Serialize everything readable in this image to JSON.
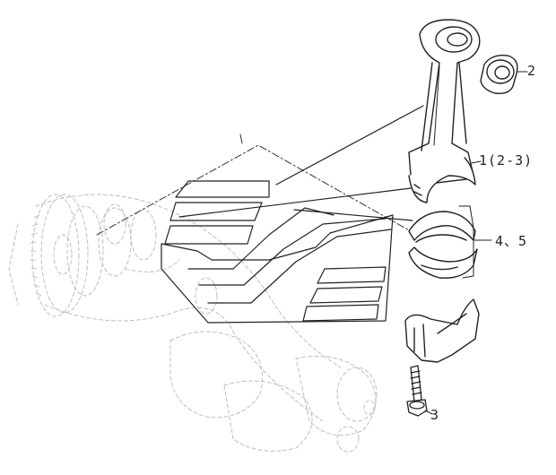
{
  "callouts": {
    "rod_group": "1(2-3)",
    "bushing": "2",
    "bolt": "3",
    "bearing_shells": "4、5"
  },
  "colors": {
    "line": "#222222",
    "ghost": "#b8b8b8",
    "background": "#ffffff"
  }
}
